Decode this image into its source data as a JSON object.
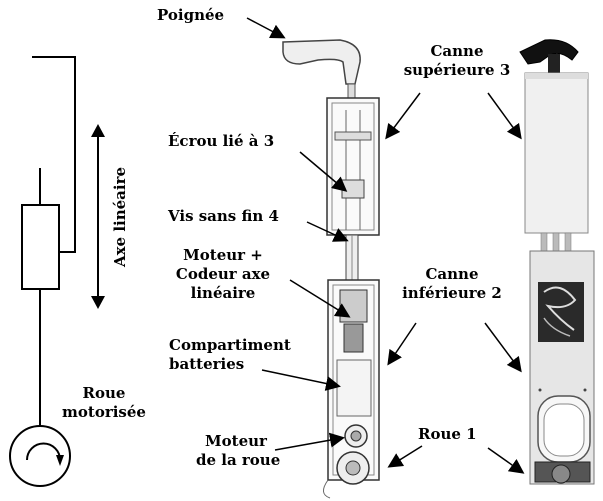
{
  "schema": {
    "axis_label": "Axe linéaire",
    "wheel_label_line1": "Roue",
    "wheel_label_line2": "motorisée"
  },
  "drawing": {
    "handle": "Poignée",
    "nut": "Écrou lié à 3",
    "screw": "Vis sans fin 4",
    "motor_line1": "Moteur +",
    "motor_line2": "Codeur axe",
    "motor_line3": "linéaire",
    "battery_line1": "Compartiment",
    "battery_line2": "batteries",
    "wheel_motor_line1": "Moteur",
    "wheel_motor_line2": "de la roue"
  },
  "photo": {
    "upper_line1": "Canne",
    "upper_line2": "supérieure 3",
    "lower_line1": "Canne",
    "lower_line2": "inférieure 2",
    "wheel": "Roue 1"
  }
}
